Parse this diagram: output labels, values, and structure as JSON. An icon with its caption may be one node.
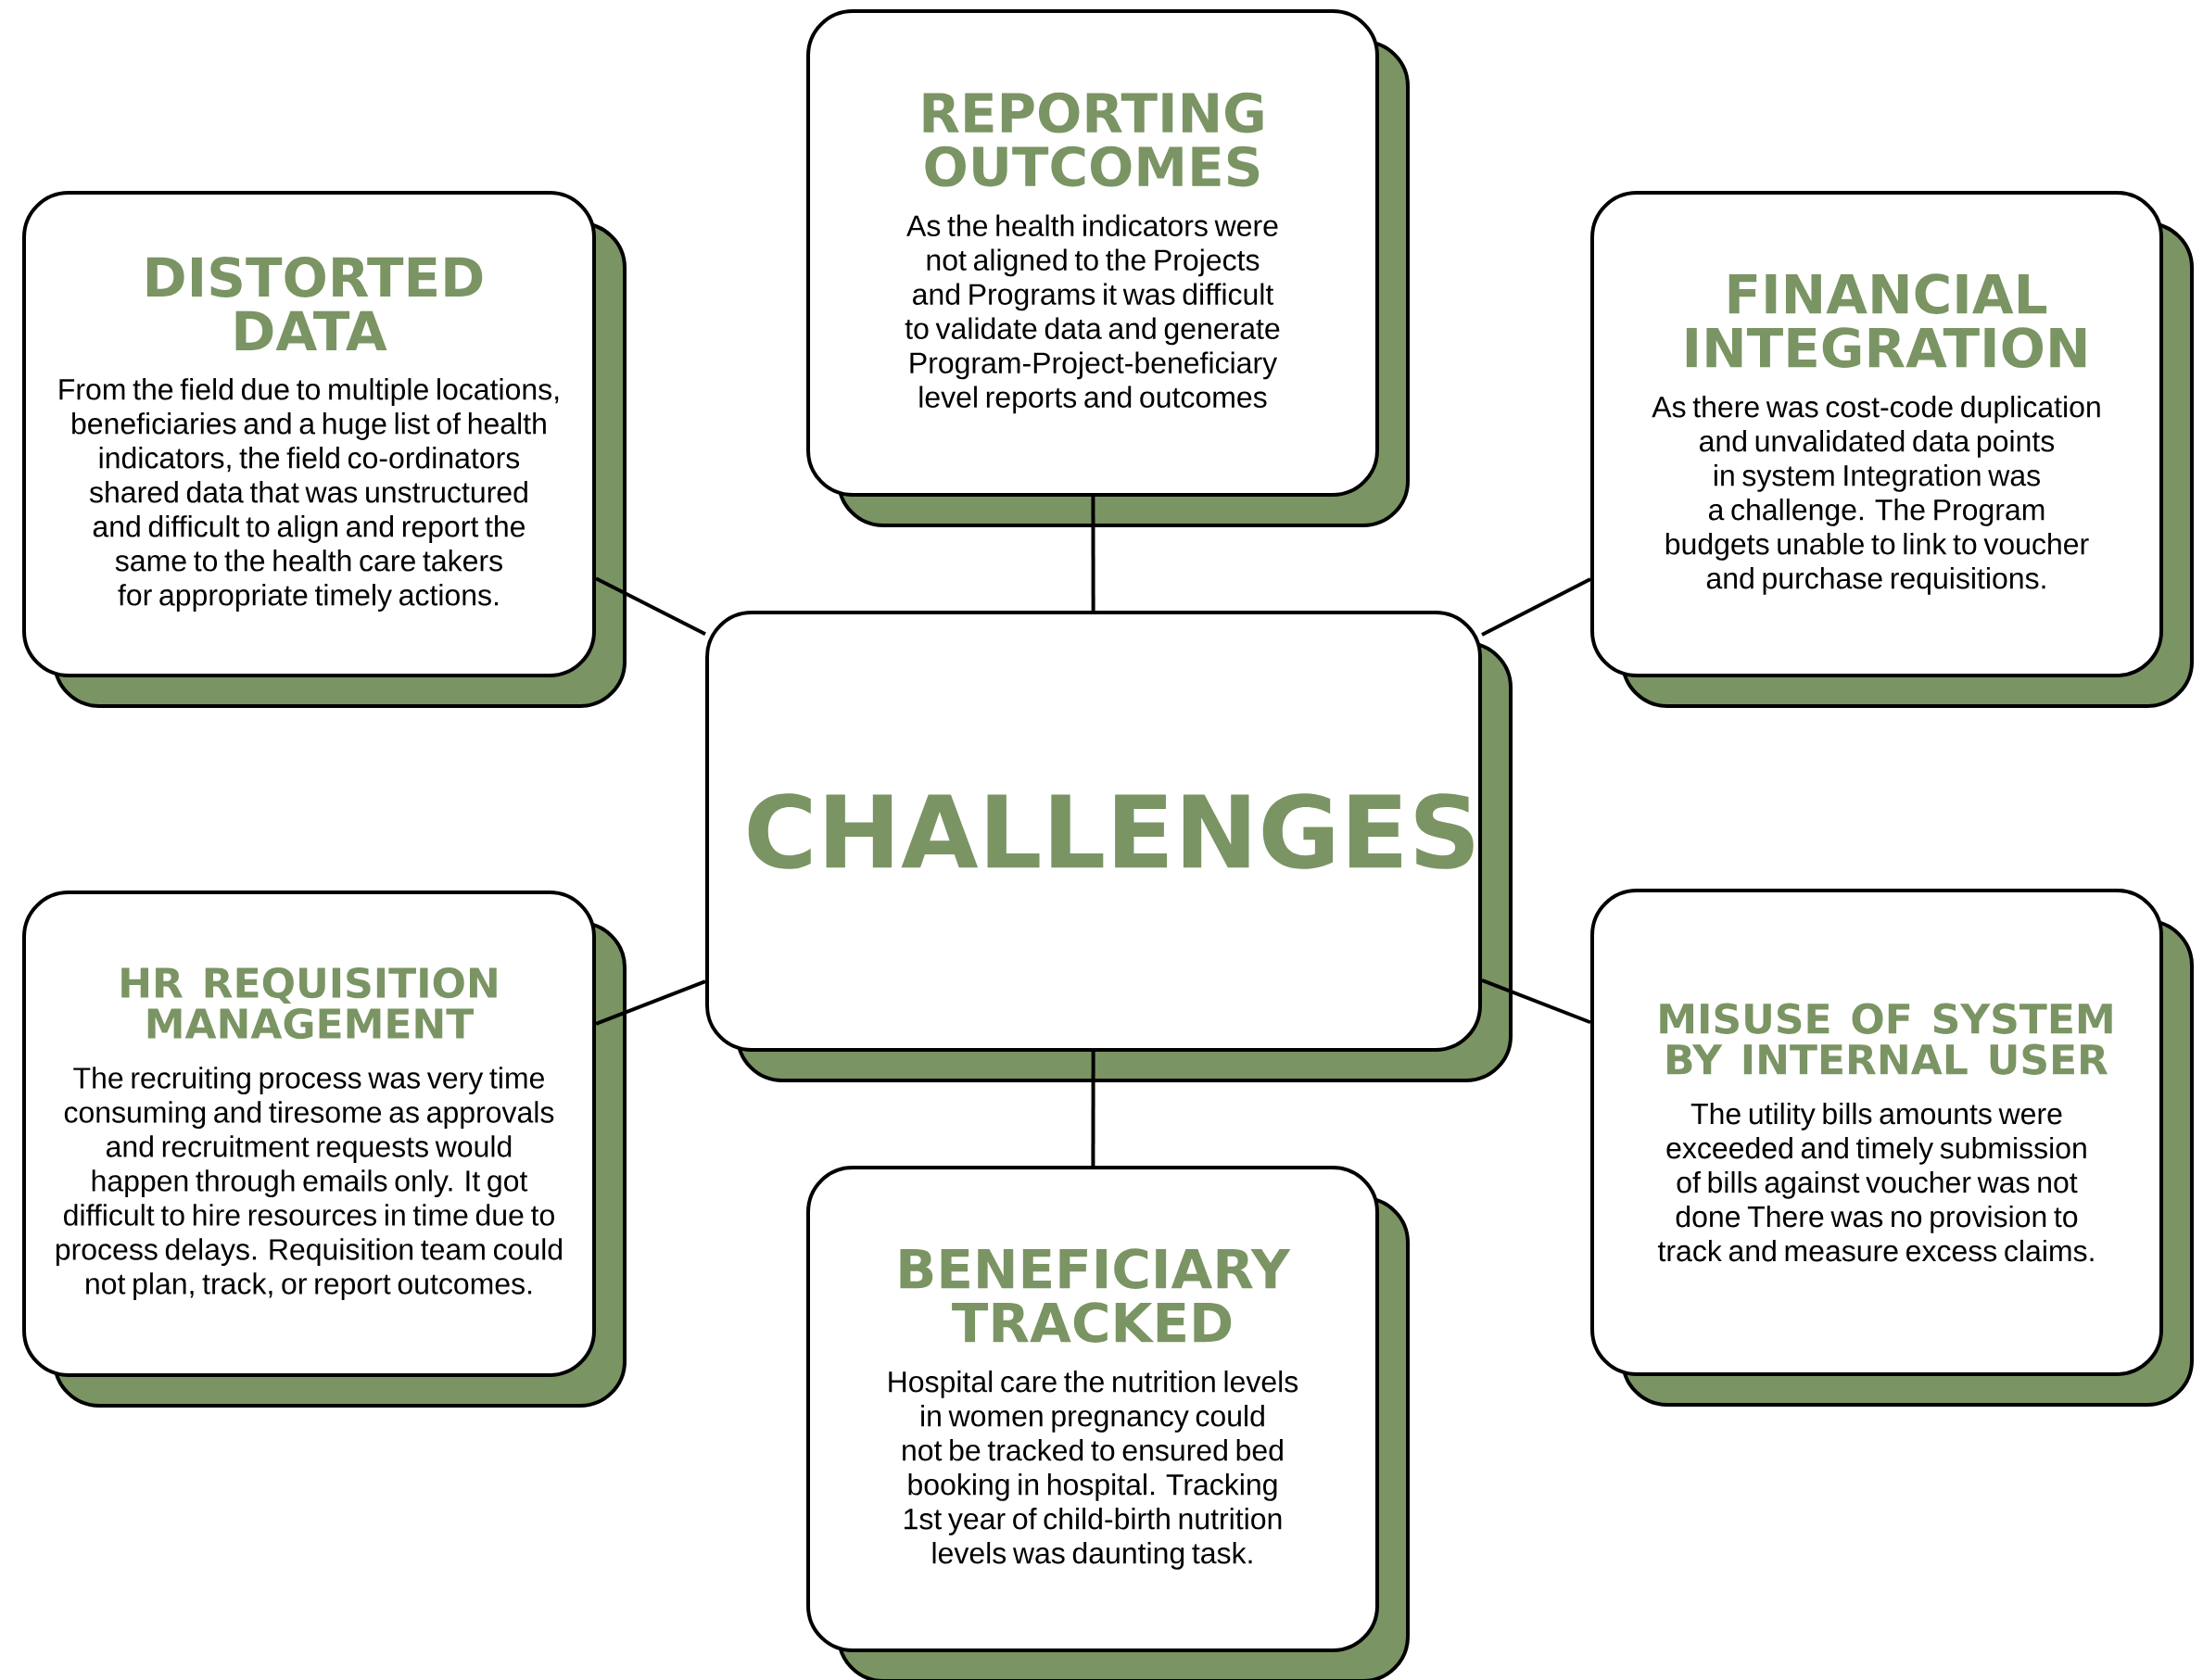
{
  "diagram": {
    "nodes": [
      {
        "text": [
          "REPORTING OUTCOMES",
          "As the health indicators were not aligned to the Projects and Programs it was difficult to validate data and generate Program-Project-beneficiary level reports and outcomes"
        ]
      },
      {
        "text": [
          "DISTORTED DATA",
          "From the field due to multiple locations, beneficiaries and a huge list of health indicators, the field co-ordinators shared data that was unstructured and difficult to align and report the same to the health care takers for appropriate timely actions."
        ]
      },
      {
        "text": [
          "FINANCIAL INTEGRATION",
          "As there was cost-code duplication and unvalidated data points in system Integration was a challenge. The Program budgets unable to link to voucher and purchase requisitions."
        ]
      },
      {
        "text": [
          "CHALLENGES"
        ]
      },
      {
        "text": [
          "HR REQUISITION MANAGEMENT",
          "The recruiting process was very time consuming and tiresome as approvals and recruitment requests would happen through emails only. It got difficult to hire resources in time due to process delays. Requisition team could not plan, track, or report outcomes."
        ]
      },
      {
        "text": [
          "MISUSE OF SYSTEM BY INTERNAL USER",
          "The utility bills amounts were exceeded and timely submission of bills against voucher was not done There was no provision to track and measure excess claims."
        ]
      },
      {
        "text": [
          "BENEFICIARY TRACKED",
          "Hospital care the nutrition levels in women pregnancy could not be tracked to ensured bed booking in hospital. Tracking 1st year of child-birth nutrition levels was daunting task."
        ]
      }
    ],
    "edges": [
      {
        "from": 3,
        "to": 0,
        "arrow": "none"
      },
      {
        "from": 3,
        "to": 1,
        "arrow": "none"
      },
      {
        "from": 3,
        "to": 2,
        "arrow": "none"
      },
      {
        "from": 3,
        "to": 4,
        "arrow": "none"
      },
      {
        "from": 3,
        "to": 5,
        "arrow": "none"
      },
      {
        "from": 3,
        "to": 6,
        "arrow": "none"
      }
    ]
  }
}
